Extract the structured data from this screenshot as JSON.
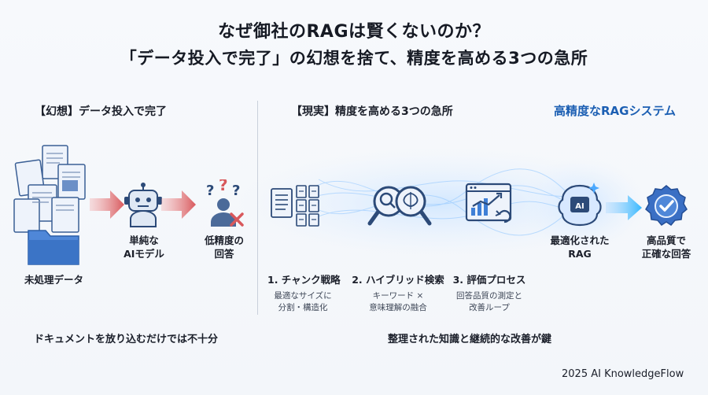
{
  "title": {
    "line1": "なぜ御社のRAGは賢くないのか？",
    "line2": "「データ投入で完了」の幻想を捨て、精度を高める3つの急所"
  },
  "left": {
    "heading": "【幻想】データ投入で完了",
    "raw_data_label": "未処理データ",
    "ai_model_label": [
      "単純な",
      "AIモデル"
    ],
    "low_accuracy_label": [
      "低精度の",
      "回答"
    ],
    "bottom_text": "ドキュメントを放り込むだけでは不十分"
  },
  "right": {
    "heading": "【現実】精度を高める3つの急所",
    "system_heading": "高精度なRAGシステム",
    "steps": [
      {
        "label": "1. チャンク戦略",
        "desc": [
          "最適なサイズに",
          "分割・構造化"
        ]
      },
      {
        "label": "2. ハイブリッド検索",
        "desc": [
          "キーワード ×",
          "意味理解の融合"
        ]
      },
      {
        "label": "3. 評価プロセス",
        "desc": [
          "回答品質の測定と",
          "改善ループ"
        ]
      }
    ],
    "optimized_label": [
      "最適化された",
      "RAG"
    ],
    "quality_label": [
      "高品質で",
      "正確な回答"
    ],
    "bottom_text": "整理された知識と継続的な改善が鍵",
    "ai_chip_text": "AI"
  },
  "footer": "2025 AI KnowledgeFlow",
  "colors": {
    "accent_blue": "#1c5fb3",
    "arrow_red": "#d8585c",
    "icon_navy": "#2c4a78",
    "icon_blue": "#3f7fd6"
  }
}
